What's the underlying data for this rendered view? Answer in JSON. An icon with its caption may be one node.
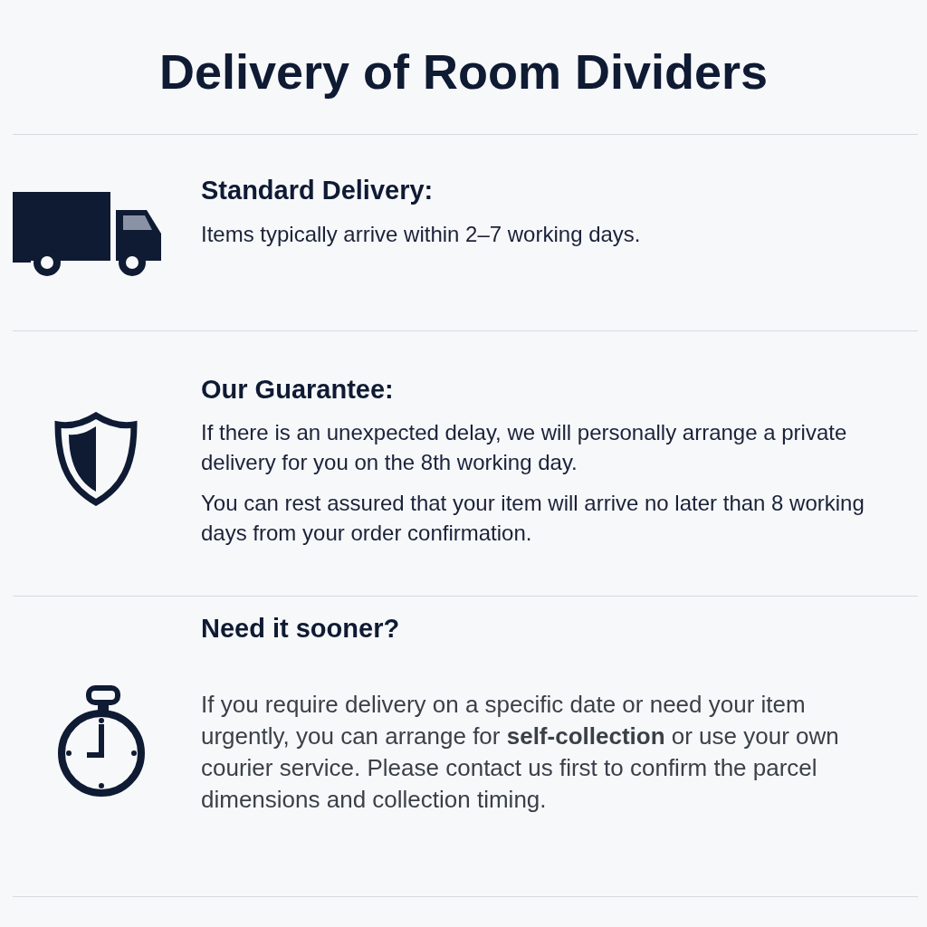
{
  "diagram": {
    "title": "Delivery of Room Dividers",
    "labels": [
      "Standard Delivery:",
      "Items typically arrive within 2–7 working days.",
      "Our Guarantee:",
      "If there is an unexpected delay, we will personally arrange a private delivery for you on the 8th working day.",
      "You can rest assured that your item will arrive no later than 8 working days from your order confirmation.",
      "Need it sooner?",
      "If you require delivery on a specific date or need your item urgently, you can arrange for **self-collection** or use your own courier service. Please contact us first to confirm the parcel dimensions and collection timing."
    ]
  }
}
